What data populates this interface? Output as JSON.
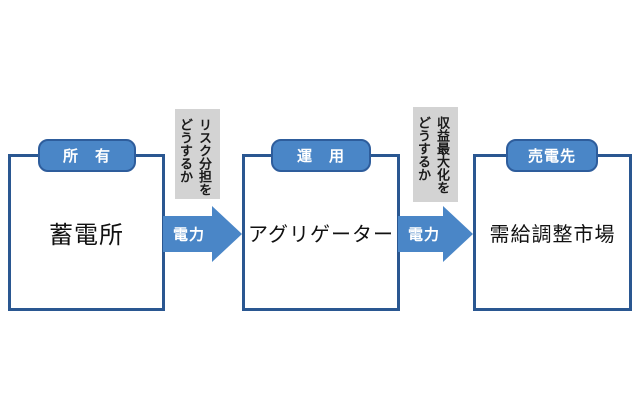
{
  "boxes": [
    {
      "tag": "所　有",
      "name": "蓄電所"
    },
    {
      "tag": "運　用",
      "name": "アグリゲーター"
    },
    {
      "tag": "売電先",
      "name": "需給調整市場"
    }
  ],
  "arrows": [
    {
      "label": "電力"
    },
    {
      "label": "電力"
    }
  ],
  "notes": [
    {
      "lines": [
        "リスク分担を",
        "どうするか"
      ]
    },
    {
      "lines": [
        "収益最大化を",
        "どうするか"
      ]
    }
  ],
  "colors": {
    "box_border": "#2a5791",
    "shape_fill": "#4a86c7",
    "shape_border": "#2e5d9c",
    "note_background": "#d3d3d3",
    "box_text": "#111111",
    "shape_text": "#ffffff"
  }
}
